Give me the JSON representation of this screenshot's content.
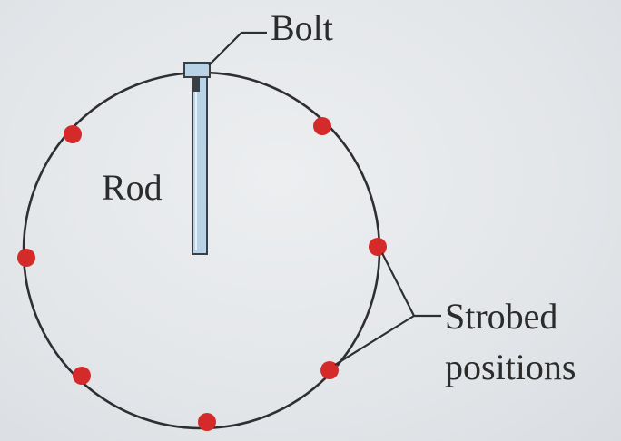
{
  "labels": {
    "bolt": "Bolt",
    "rod": "Rod",
    "strobed_line1": "Strobed",
    "strobed_line2": "positions"
  },
  "colors": {
    "circle": "#2f2f33",
    "strobe_dot": "#d42a2a",
    "rod_fill": "#b9d3e6",
    "rod_stroke": "#3a3f45",
    "text": "#2b2b2b"
  }
}
